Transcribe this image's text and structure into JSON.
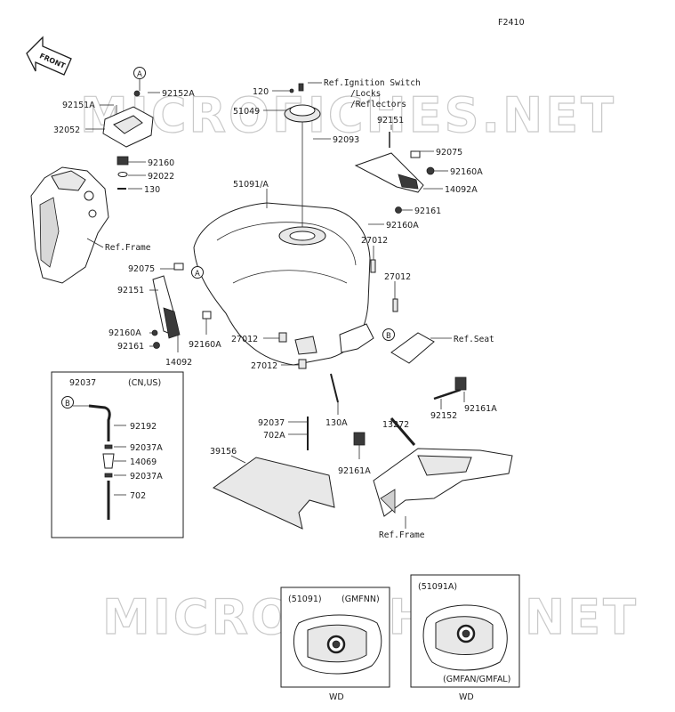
{
  "figure_code": "F2410",
  "front_label": "FRONT",
  "watermark": "MICROFICHES.NET",
  "callouts": {
    "A": "A",
    "B": "B"
  },
  "labels": {
    "p92151A": "92151A",
    "p92152A": "92152A",
    "p32052": "32052",
    "p92160": "92160",
    "p92022": "92022",
    "p130": "130",
    "refFrameTop": "Ref.Frame",
    "p120": "120",
    "p51049": "51049",
    "refIgn1": "Ref.Ignition Switch",
    "refIgn2": "/Locks",
    "refIgn3": "/Reflectors",
    "p92093": "92093",
    "p92151r": "92151",
    "p92075r": "92075",
    "p92160Ar": "92160A",
    "p14092A": "14092A",
    "p92161r": "92161",
    "p51091A": "51091/A",
    "p92160Am": "92160A",
    "p27012a": "27012",
    "p27012b": "27012",
    "p92075l": "92075",
    "p92151l": "92151",
    "p92160Al": "92160A",
    "p92161l": "92161",
    "p14092": "14092",
    "p92160Ab": "92160A",
    "p27012c": "27012",
    "p27012d": "27012",
    "refSeat": "Ref.Seat",
    "p130A": "130A",
    "p13272": "13272",
    "p92152": "92152",
    "p92161Ar": "92161A",
    "p92037m": "92037",
    "p702Am": "702A",
    "p92161Al": "92161A",
    "p39156": "39156",
    "refFrameBottom": "Ref.Frame"
  },
  "inset_cnus": {
    "p92037": "92037",
    "market": "(CN,US)",
    "p92192": "92192",
    "p92037A1": "92037A",
    "p14069": "14069",
    "p92037A2": "92037A",
    "p702": "702"
  },
  "variant_left": {
    "part": "(51091)",
    "color": "(GMFNN)",
    "code": "WD"
  },
  "variant_right": {
    "part": "(51091A)",
    "color": "(GMFAN/GMFAL)",
    "code": "WD"
  }
}
